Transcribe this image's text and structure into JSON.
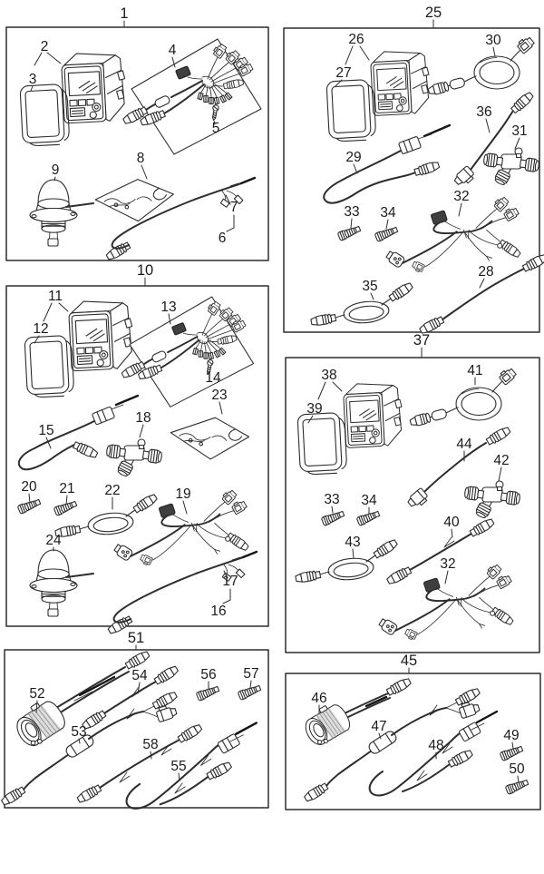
{
  "document": {
    "type": "exploded-parts-diagram",
    "background_color": "#ffffff",
    "ink_color": "#2d2d2d",
    "description": "Six bordered kit boxes, each containing meter/gauge units, bezels, wiring harnesses, cables, coiled cords, sensors and fittings identified by numbered callouts"
  },
  "part_numbers": {
    "n1": "1",
    "n2": "2",
    "n3": "3",
    "n4": "4",
    "n5": "5",
    "n6": "6",
    "n7": "7",
    "n8": "8",
    "n9": "9",
    "n10": "10",
    "n11": "11",
    "n12": "12",
    "n13": "13",
    "n14": "14",
    "n15": "15",
    "n16": "16",
    "n17": "17",
    "n18": "18",
    "n19": "19",
    "n20": "20",
    "n21": "21",
    "n22": "22",
    "n23": "23",
    "n24": "24",
    "n25": "25",
    "n26": "26",
    "n27": "27",
    "n28": "28",
    "n29": "29",
    "n30": "30",
    "n31": "31",
    "n32": "32",
    "n33": "33",
    "n34": "34",
    "n35": "35",
    "n36": "36",
    "n37": "37",
    "n38": "38",
    "n39": "39",
    "n40": "40",
    "n41": "41",
    "n42": "42",
    "n43": "43",
    "n44": "44",
    "n45": "45",
    "n46": "46",
    "n47": "47",
    "n48": "48",
    "n49": "49",
    "n50": "50",
    "n51": "51",
    "n52": "52",
    "n53": "53",
    "n54": "54",
    "n55": "55",
    "n56": "56",
    "n57": "57",
    "n58": "58"
  },
  "kit_boxes": [
    {
      "name": "kit-1",
      "label": "1",
      "parts": [
        "2",
        "3",
        "4",
        "5",
        "6",
        "7",
        "8",
        "9"
      ]
    },
    {
      "name": "kit-25",
      "label": "25",
      "parts": [
        "26",
        "27",
        "28",
        "29",
        "30",
        "31",
        "32",
        "33",
        "34",
        "35",
        "36"
      ]
    },
    {
      "name": "kit-10",
      "label": "10",
      "parts": [
        "11",
        "12",
        "13",
        "14",
        "15",
        "16",
        "17",
        "18",
        "19",
        "20",
        "21",
        "22",
        "23",
        "24"
      ]
    },
    {
      "name": "kit-37",
      "label": "37",
      "parts": [
        "32",
        "33",
        "34",
        "38",
        "39",
        "40",
        "41",
        "42",
        "43",
        "44"
      ]
    },
    {
      "name": "kit-51",
      "label": "51",
      "parts": [
        "52",
        "53",
        "54",
        "55",
        "56",
        "57",
        "58"
      ]
    },
    {
      "name": "kit-45",
      "label": "45",
      "parts": [
        "46",
        "47",
        "48",
        "49",
        "50"
      ]
    }
  ]
}
